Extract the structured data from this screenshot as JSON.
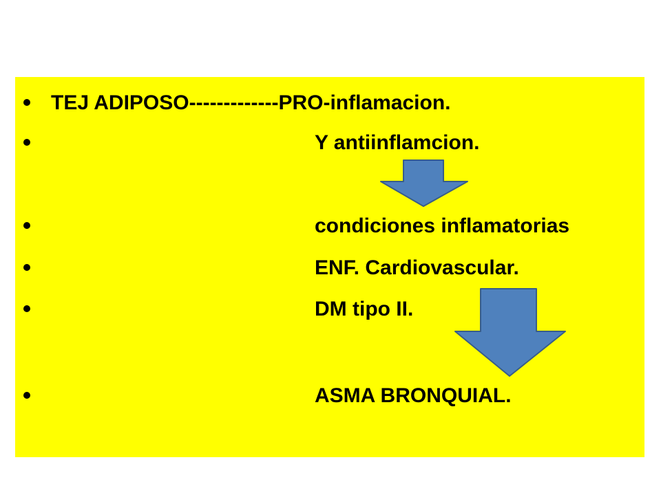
{
  "slide": {
    "background_color": "#ffffff",
    "panel_color": "#ffff00",
    "arrow_fill": "#4f81bd",
    "arrow_stroke": "#385d8a",
    "bullets": [
      {
        "text": "TEJ ADIPOSO-------------PRO-inflamacion."
      },
      {
        "text": "Y antiinflamcion."
      },
      {
        "text": "condiciones inflamatorias"
      },
      {
        "text": "ENF. Cardiovascular."
      },
      {
        "text": "DM  tipo  II."
      },
      {
        "text": "ASMA BRONQUIAL."
      }
    ],
    "arrows": [
      {
        "icon": "down-arrow-icon"
      },
      {
        "icon": "down-arrow-icon"
      }
    ]
  }
}
